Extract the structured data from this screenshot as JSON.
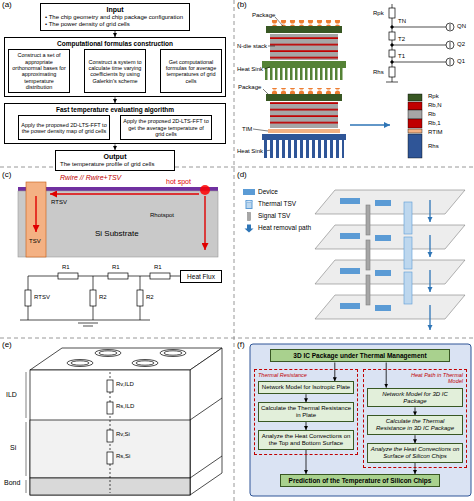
{
  "diagram": {
    "nodes": [
      {
        "text": [
          "Input",
          "• The chip geometry and chip package configuration",
          "• The power density of grid cells"
        ]
      },
      {
        "text": [
          "Computational formulas construction"
        ]
      },
      {
        "text": [
          "Construct a set of appropriate orthonormal bases for approximating temperature distribution"
        ],
        "in": 1
      },
      {
        "text": [
          "Construct a system to calculate time varying coefficients by using Galerkin's scheme"
        ],
        "in": 1
      },
      {
        "text": [
          "Get computational formulas for average temperatures of grid cells"
        ],
        "in": 1
      },
      {
        "text": [
          "Fast temperature evaluating algorithm"
        ]
      },
      {
        "text": [
          "Apply the proposed 2D-LTS-FFT to the power density map of grid cells"
        ],
        "in": 5
      },
      {
        "text": [
          "Apply the proposed 2D-LTS-FFT to get the average temperature of grid cells"
        ],
        "in": 5
      },
      {
        "text": [
          "Output",
          "The temperature profile of grid cells"
        ]
      },
      {
        "text": [
          "Heat Flux"
        ]
      },
      {
        "text": [
          "3D IC Package under Thermal Management"
        ]
      },
      {
        "text": [
          "Thermal Resistance"
        ]
      },
      {
        "text": [
          "Network Model for Isotropic Plate"
        ],
        "in": 11
      },
      {
        "text": [
          "Calculate the Thermal Resistance in Plate"
        ],
        "in": 11
      },
      {
        "text": [
          "Analyze the Heat Convections on the Top and Bottom Surface"
        ],
        "in": 11
      },
      {
        "text": [
          "Heat Path in Thermal Model"
        ]
      },
      {
        "text": [
          "Network Model for 3D IC Package"
        ],
        "in": 15
      },
      {
        "text": [
          "Calculate the Thermal Resistance in 3D IC Package"
        ],
        "in": 15
      },
      {
        "text": [
          "Analyze the Heat Convections on Surface of Silicon Chips"
        ],
        "in": 15
      },
      {
        "text": [
          "Prediction of the Temperature of Silicon Chips"
        ]
      }
    ],
    "edges": [
      {
        "from": 0,
        "to": 1,
        "arrow": "to"
      },
      {
        "from": 2,
        "to": 3,
        "arrow": "to"
      },
      {
        "from": 3,
        "to": 4,
        "arrow": "to"
      },
      {
        "from": 1,
        "to": 5,
        "arrow": "to"
      },
      {
        "from": 6,
        "to": 7,
        "arrow": "to"
      },
      {
        "from": 5,
        "to": 8,
        "arrow": "to"
      },
      {
        "from": 10,
        "to": 12,
        "arrow": "to"
      },
      {
        "from": 10,
        "to": 16,
        "arrow": "to"
      },
      {
        "from": 12,
        "to": 13,
        "arrow": "to"
      },
      {
        "from": 13,
        "to": 14,
        "arrow": "to"
      },
      {
        "from": 16,
        "to": 17,
        "arrow": "to"
      },
      {
        "from": 17,
        "to": 18,
        "arrow": "to"
      },
      {
        "from": 14,
        "to": 19,
        "arrow": "to"
      },
      {
        "from": 18,
        "to": 19,
        "arrow": "to"
      }
    ],
    "labels": [
      "(a)",
      "(b)",
      "(c)",
      "(d)",
      "(e)",
      "(f)",
      "Package",
      "N-die stack",
      "Heat Sink",
      "Package",
      "TIM",
      "Heat Sink",
      "Rpk",
      "TN",
      "QN",
      "T2",
      "Q2",
      "T1",
      "Q1",
      "Rhs",
      "Rpk",
      "Rb,N",
      "Rb",
      "Rb,1",
      "RTIM",
      "Rhs",
      "Rwire // Rwire+TSV",
      "hot spot",
      "RTSV",
      "Rhotspot",
      "TSV",
      "Si Substrate",
      "R1",
      "R1",
      "R1",
      "R2",
      "R2",
      "RTSV",
      "ILD",
      "Si",
      "Bond",
      "Rv,ILD",
      "Rs,ILD",
      "Rv,Si",
      "Rs,Si"
    ],
    "legend": [
      {
        "text": "Device",
        "color": "#5b9bd5"
      },
      {
        "text": "Thermal TSV"
      },
      {
        "text": "Signal TSV"
      },
      {
        "text": "Heat removal path"
      }
    ]
  }
}
